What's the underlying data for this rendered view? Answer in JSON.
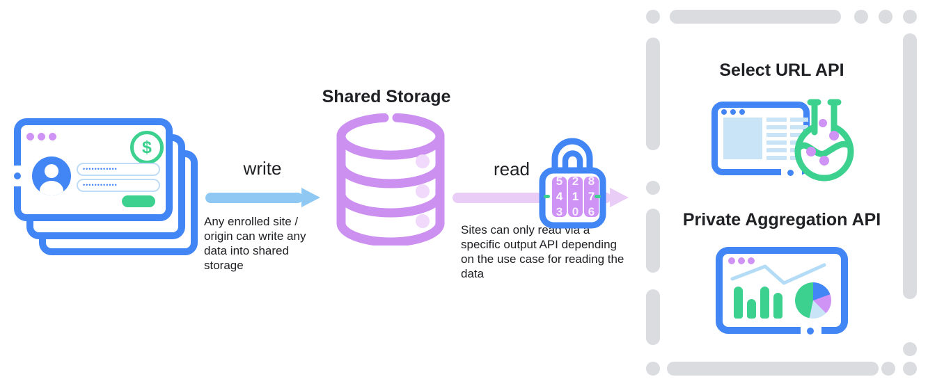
{
  "palette": {
    "blue": "#4285F4",
    "light_blue": "#8FC9F3",
    "pale_blue": "#C9E3F7",
    "green": "#3DD18F",
    "purple": "#CC90F0",
    "pale_purple": "#F0D9FA",
    "violet": "#CE93F5",
    "pink_arrow": "#EACDF6",
    "gray": "#DADCE0",
    "text": "#202124"
  },
  "source_window": {
    "currency_symbol": "$",
    "password_1": "••••••••••••",
    "password_2": "••••••••••••"
  },
  "flow": {
    "write_label": "write",
    "write_caption": "Any enrolled site / origin can write any data into shared storage",
    "storage_title": "Shared Storage",
    "read_label": "read",
    "read_caption": "Sites can only read via a specific output API depending on the use case for reading the data",
    "lock": {
      "wheels": [
        {
          "above": "5",
          "value": "4",
          "below": "3"
        },
        {
          "above": "2",
          "value": "1",
          "below": "0"
        },
        {
          "above": "8",
          "value": "7",
          "below": "6"
        }
      ]
    }
  },
  "output_box": {
    "select_url_title": "Select URL API",
    "private_aggregation_title": "Private Aggregation API"
  }
}
